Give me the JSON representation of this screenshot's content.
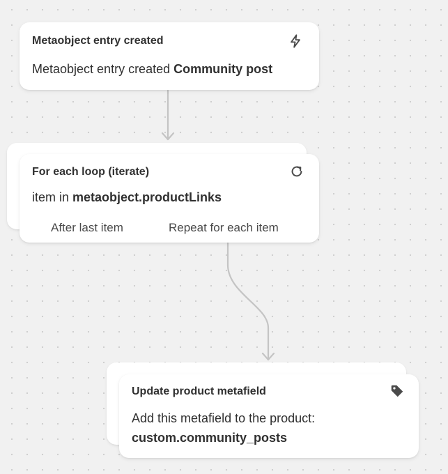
{
  "nodes": {
    "trigger": {
      "title": "Metaobject entry created",
      "body_prefix": "Metaobject entry created",
      "body_value": "Community post",
      "icon": "lightning-bolt-icon"
    },
    "loop": {
      "title": "For each loop (iterate)",
      "body_prefix": "item in",
      "body_value": "metaobject.productLinks",
      "icon": "refresh-icon",
      "branch_after": "After last item",
      "branch_repeat": "Repeat for each item"
    },
    "action": {
      "title": "Update product metafield",
      "body_line1": "Add this metafield to the product:",
      "body_value": "custom.community_posts",
      "icon": "tag-icon"
    }
  },
  "colors": {
    "canvas": "#f1f1f1",
    "dot": "#cfcfcf",
    "card": "#ffffff",
    "text": "#303030",
    "connector": "#c4c4c4"
  }
}
